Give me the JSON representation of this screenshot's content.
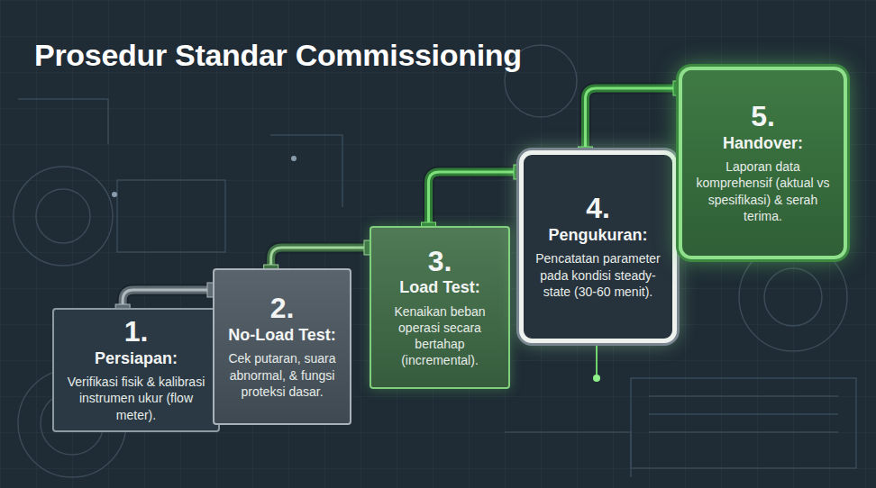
{
  "diagram": {
    "title": "Prosedur Standar Commissioning",
    "nodes": [
      {
        "text": [
          "1.",
          "Persiapan:",
          "Verifikasi fisik & kalibrasi instrumen ukur (flow meter)."
        ]
      },
      {
        "text": [
          "2.",
          "No-Load Test:",
          "Cek putaran, suara abnormal, & fungsi proteksi dasar."
        ]
      },
      {
        "text": [
          "3.",
          "Load Test:",
          "Kenaikan beban operasi secara bertahap (incremental)."
        ]
      },
      {
        "text": [
          "4.",
          "Pengukuran:",
          "Pencatatan parameter pada kondisi steady-state (30-60 menit)."
        ]
      },
      {
        "text": [
          "5.",
          "Handover:",
          "Laporan data komprehensif (aktual vs spesifikasi) & serah terima."
        ]
      }
    ],
    "edges": [
      {
        "from": 0,
        "to": 1,
        "arrow": "none"
      },
      {
        "from": 1,
        "to": 2,
        "arrow": "none"
      },
      {
        "from": 2,
        "to": 3,
        "arrow": "none"
      },
      {
        "from": 3,
        "to": 4,
        "arrow": "none"
      }
    ]
  }
}
